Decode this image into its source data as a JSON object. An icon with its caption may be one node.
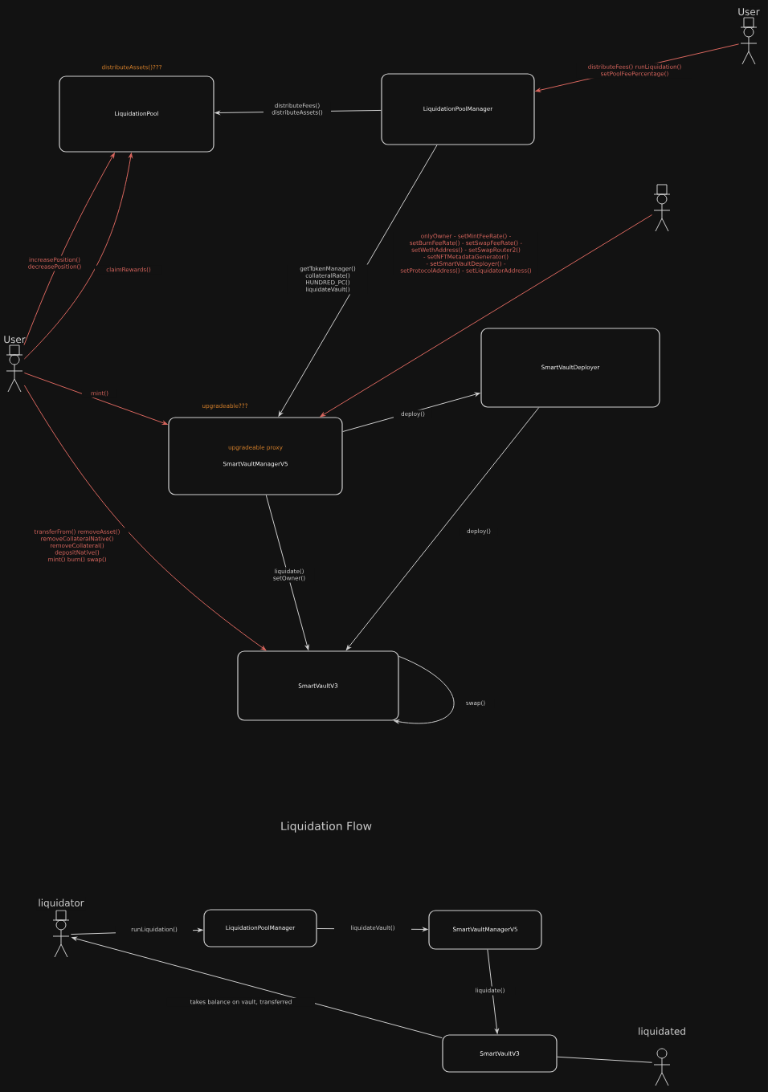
{
  "diagram": {
    "title": "Liquidation Flow",
    "nodes": [
      {
        "text": [
          "LiquidationPool"
        ],
        "beside": [
          "distributeAssets()???"
        ]
      },
      {
        "text": [
          "LiquidationPoolManager"
        ]
      },
      {
        "text": [
          "User"
        ]
      },
      {
        "text": [],
        "shape": "person"
      },
      {
        "text": [
          "User"
        ]
      },
      {
        "text": [
          "upgradeable proxy",
          "SmartVaultManagerV5"
        ],
        "beside": [
          "upgradeable???"
        ]
      },
      {
        "text": [
          "SmartVaultDeployer"
        ]
      },
      {
        "text": [
          "SmartVaultV3"
        ]
      },
      {
        "text": [
          "liquidator"
        ]
      },
      {
        "text": [
          "LiquidationPoolManager"
        ]
      },
      {
        "text": [
          "SmartVaultManagerV5"
        ]
      },
      {
        "text": [
          "SmartVaultV3"
        ]
      },
      {
        "text": [
          "liquidated"
        ]
      }
    ],
    "edges": [
      {
        "from": 1,
        "to": 0,
        "arrow": "to",
        "label": "distributeFees() distributeAssets()"
      },
      {
        "from": 2,
        "to": 1,
        "arrow": "to",
        "label": "distributeFees() runLiquidation() setPoolFeePercentage()",
        "color": "#d9665e"
      },
      {
        "from": 3,
        "to": 5,
        "arrow": "to",
        "label": "onlyOwner - setMintFeeRate() - setBurnFeeRate() - setSwapFeeRate() - setWethAddress() - setSwapRouter2() - setNFTMetadataGenerator() - setSmartVaultDeployer() - setProtocolAddress() - setLiquidatorAddress()",
        "color": "#d9665e"
      },
      {
        "from": 1,
        "to": 5,
        "arrow": "to",
        "label": "getTokenManager() collateralRate() HUNDRED_PC() liquidateVault()"
      },
      {
        "from": 4,
        "to": 0,
        "arrow": "to",
        "label": "increasePosition() decreasePosition()",
        "color": "#d9665e"
      },
      {
        "from": 4,
        "to": 0,
        "arrow": "to",
        "label": "claimRewards()",
        "color": "#d9665e"
      },
      {
        "from": 4,
        "to": 5,
        "arrow": "to",
        "label": "mint()",
        "color": "#d9665e"
      },
      {
        "from": 4,
        "to": 7,
        "arrow": "to",
        "label": "transferFrom() removeAsset() removeCollateralNative() removeCollateral() depositNative() mint() burn() swap()",
        "color": "#d9665e"
      },
      {
        "from": 5,
        "to": 6,
        "arrow": "to",
        "label": "deploy()"
      },
      {
        "from": 6,
        "to": 7,
        "arrow": "to",
        "label": "deploy()"
      },
      {
        "from": 5,
        "to": 7,
        "arrow": "to",
        "label": "liquidate() setOwner()"
      },
      {
        "from": 7,
        "to": 7,
        "arrow": "to",
        "label": "swap()"
      },
      {
        "from": 8,
        "to": 9,
        "arrow": "to",
        "label": "runLiquidation()"
      },
      {
        "from": 9,
        "to": 10,
        "arrow": "to",
        "label": "liquidateVault()"
      },
      {
        "from": 10,
        "to": 11,
        "arrow": "to",
        "label": "liquidate()"
      },
      {
        "from": 11,
        "to": 8,
        "arrow": "to",
        "label": "takes balance on vault, transferred"
      },
      {
        "from": 11,
        "to": 12,
        "arrow": "none"
      }
    ]
  }
}
